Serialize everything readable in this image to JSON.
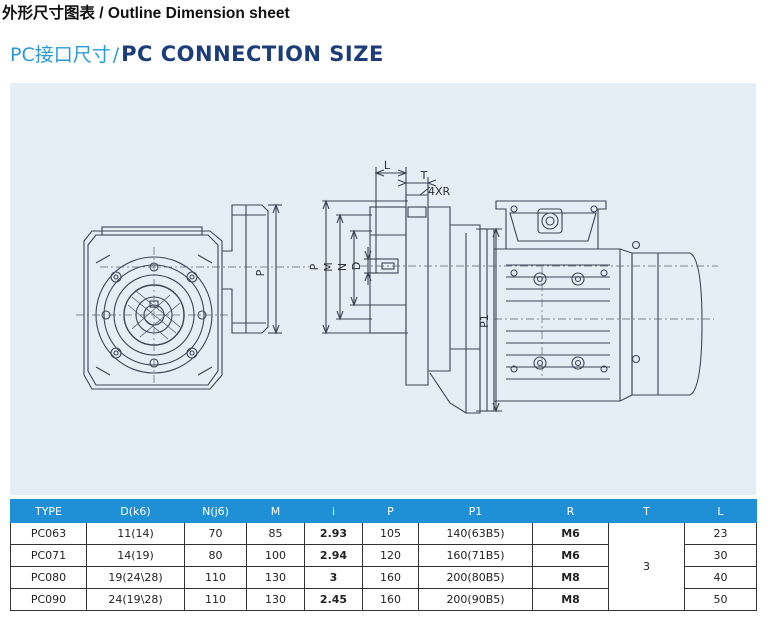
{
  "header": {
    "title": "外形尺寸图表 / Outline Dimension sheet"
  },
  "section": {
    "title_cn": "PC接口尺寸",
    "separator": "/",
    "title_en": "PC CONNECTION SIZE"
  },
  "drawing": {
    "labels": {
      "P": "P",
      "M": "M",
      "N": "N",
      "D": "D",
      "L": "L",
      "T": "T",
      "R": "4XR",
      "P1": "P1"
    }
  },
  "table": {
    "headers": [
      "TYPE",
      "D(k6)",
      "N(j6)",
      "M",
      "i",
      "P",
      "P1",
      "R",
      "T",
      "L"
    ],
    "rows": [
      {
        "type": "PC063",
        "d": "11(14)",
        "n": "70",
        "m": "85",
        "i": "2.93",
        "p": "105",
        "p1": "140(63B5)",
        "r": "M6",
        "l": "23"
      },
      {
        "type": "PC071",
        "d": "14(19)",
        "n": "80",
        "m": "100",
        "i": "2.94",
        "p": "120",
        "p1": "160(71B5)",
        "r": "M6",
        "l": "30"
      },
      {
        "type": "PC080",
        "d": "19(24\\28)",
        "n": "110",
        "m": "130",
        "i": "3",
        "p": "160",
        "p1": "200(80B5)",
        "r": "M8",
        "l": "40"
      },
      {
        "type": "PC090",
        "d": "24(19\\28)",
        "n": "110",
        "m": "130",
        "i": "2.45",
        "p": "160",
        "p1": "200(90B5)",
        "r": "M8",
        "l": "50"
      }
    ],
    "t_value": "3"
  }
}
